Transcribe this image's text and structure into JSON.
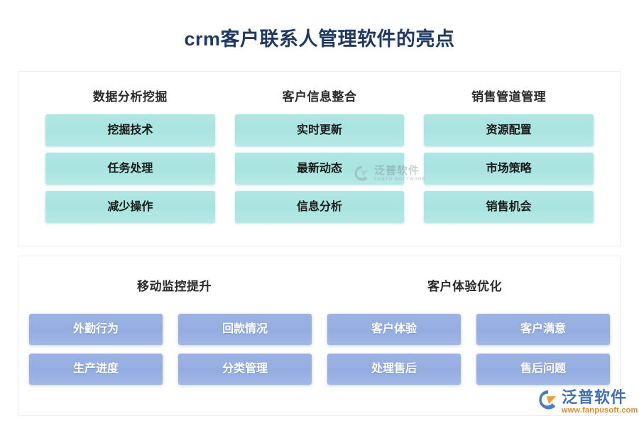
{
  "page": {
    "title": "crm客户联系人管理软件的亮点",
    "title_color": "#1f3864",
    "background": "#ffffff"
  },
  "top_panel": {
    "box_color": "#a9e4e0",
    "box_text_color": "#1a1a1a",
    "groups": [
      {
        "title": "数据分析挖掘",
        "items": [
          "挖掘技术",
          "任务处理",
          "减少操作"
        ]
      },
      {
        "title": "客户信息整合",
        "items": [
          "实时更新",
          "最新动态",
          "信息分析"
        ]
      },
      {
        "title": "销售管道管理",
        "items": [
          "资源配置",
          "市场策略",
          "销售机会"
        ]
      }
    ]
  },
  "bottom_panel": {
    "box_color": "#94ace0",
    "box_text_color": "#ffffff",
    "headers": [
      "移动监控提升",
      "客户体验优化"
    ],
    "columns": [
      {
        "items": [
          "外勤行为",
          "生产进度"
        ]
      },
      {
        "items": [
          "回款情况",
          "分类管理"
        ]
      },
      {
        "items": [
          "客户体验",
          "处理售后"
        ]
      },
      {
        "items": [
          "客户满意",
          "售后问题"
        ]
      }
    ]
  },
  "watermark": {
    "cn": "泛普软件",
    "en": "FANPU SOFTWARE"
  },
  "logo": {
    "cn": "泛普软件",
    "url": "www.fanpusoft.com",
    "brand_blue": "#3f6fb5",
    "brand_orange": "#e08a2e"
  }
}
